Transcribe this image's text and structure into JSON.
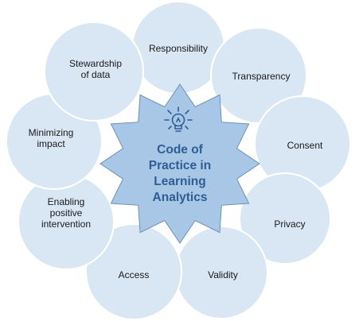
{
  "center": {
    "icon": "lightbulb-icon",
    "title_lines": [
      "Code of",
      "Practice in",
      "Learning",
      "Analytics"
    ]
  },
  "petals": [
    {
      "id": "responsibility",
      "lines": [
        "Responsibility"
      ]
    },
    {
      "id": "transparency",
      "lines": [
        "Transparency"
      ]
    },
    {
      "id": "consent",
      "lines": [
        "Consent"
      ]
    },
    {
      "id": "privacy",
      "lines": [
        "Privacy"
      ]
    },
    {
      "id": "validity",
      "lines": [
        "Validity"
      ]
    },
    {
      "id": "access",
      "lines": [
        "Access"
      ]
    },
    {
      "id": "enabling-positive-intervention",
      "lines": [
        "Enabling",
        "positive",
        "intervention"
      ]
    },
    {
      "id": "minimizing-impact",
      "lines": [
        "Minimizing",
        "impact"
      ]
    },
    {
      "id": "stewardship-of-data",
      "lines": [
        "Stewardship",
        "of data"
      ]
    }
  ],
  "colors": {
    "petal_fill": "#d9e6f4",
    "center_fill": "#a8c6e6",
    "center_text": "#2f5e93"
  }
}
